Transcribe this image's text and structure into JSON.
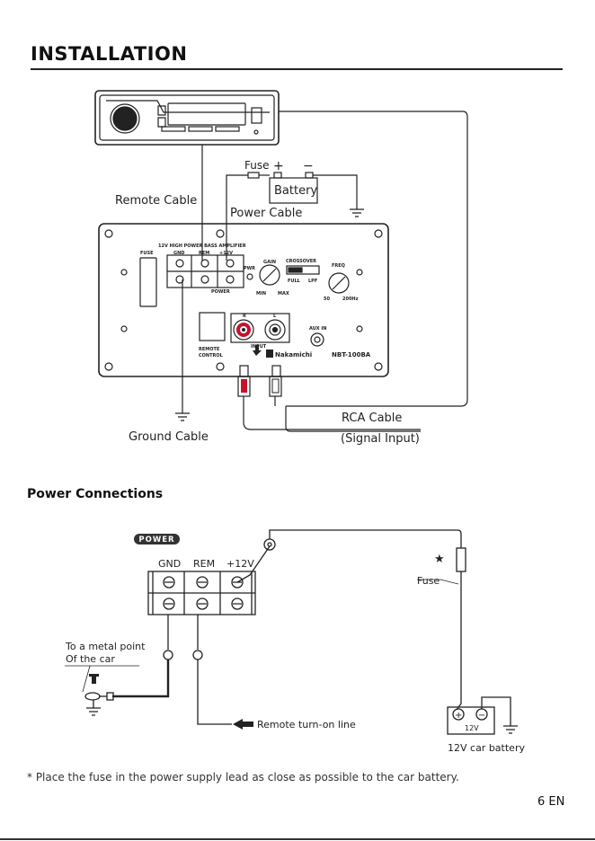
{
  "header": {
    "title": "INSTALLATION"
  },
  "diagram1": {
    "fuse": "Fuse",
    "plus": "+",
    "minus": "−",
    "battery": "Battery",
    "remote_cable": "Remote Cable",
    "power_cable": "Power Cable",
    "ground_cable": "Ground Cable",
    "rca_cable": "RCA Cable",
    "signal_input": "(Signal Input)",
    "panel": {
      "header": "12V HIGH POWER BASS AMPLIFIER",
      "fuse": "FUSE",
      "gnd": "GND",
      "rem": "REM",
      "v12": "+12V",
      "power": "POWER",
      "pwr": "PWR",
      "gain": "GAIN",
      "min": "MIN",
      "max": "MAX",
      "crossover": "CROSSOVER",
      "full": "FULL",
      "lpf": "LPF",
      "freq": "FREQ",
      "hz50": "50",
      "hz200": "200Hz",
      "r": "R",
      "l": "L",
      "input": "INPUT",
      "aux_in": "AUX IN",
      "remote": "REMOTE",
      "control": "CONTROL",
      "brand": "Nakamichi",
      "model": "NBT-100BA"
    }
  },
  "section2": {
    "title": "Power Connections"
  },
  "diagram2": {
    "power_badge": "POWER",
    "gnd": "GND",
    "rem": "REM",
    "v12": "+12V",
    "metal_point_1": "To a metal point",
    "metal_point_2": "Of the car",
    "star": "★",
    "fuse": "Fuse",
    "remote_line": "Remote turn-on line",
    "battery_v": "12V",
    "plus": "+",
    "minus": "−",
    "battery_label": "12V car battery"
  },
  "footer": {
    "note": "* Place the fuse in the power supply lead as close as possible to the car battery.",
    "page": "6 EN"
  }
}
